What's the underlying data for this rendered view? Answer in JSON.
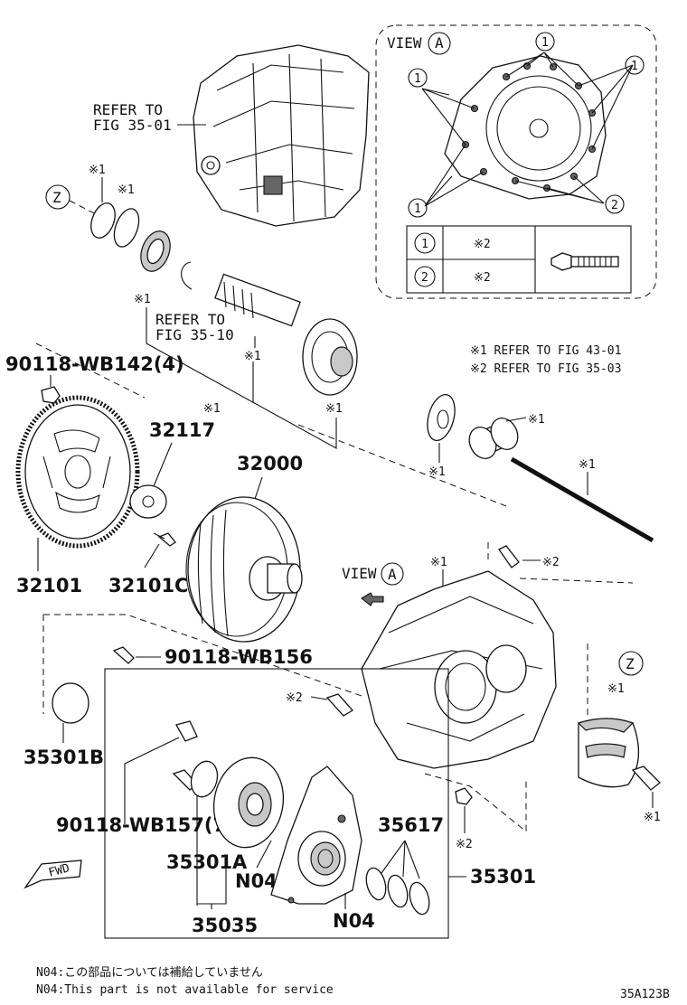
{
  "labels": {
    "refer_fig_35_01_line1": "REFER TO",
    "refer_fig_35_01_line2": "FIG 35-01",
    "refer_fig_35_10_line1": "REFER TO",
    "refer_fig_35_10_line2": "FIG 35-10",
    "view_word": "VIEW",
    "view_letter": "A",
    "view_a_bottom_word": "VIEW",
    "view_a_bottom_letter": "A",
    "z_top": "Z",
    "z_right": "Z",
    "ref1": "※1",
    "ref2": "※2",
    "circle_1": "1",
    "circle_2": "2",
    "note_1": "※1 REFER TO FIG 43-01",
    "note_2": "※2 REFER TO FIG 35-03",
    "table_row1_num": "1",
    "table_row1_ref": "※2",
    "table_row2_num": "2",
    "table_row2_ref": "※2",
    "fwd": "FWD"
  },
  "parts": {
    "p90118_wb142": "90118-WB142(4)",
    "p32117": "32117",
    "p32000": "32000",
    "p32101": "32101",
    "p32101c": "32101C",
    "p90118_wb156": "90118-WB156",
    "p35301b": "35301B",
    "p90118_wb157": "90118-WB157(7)",
    "p35301a": "35301A",
    "pN04_a": "N04",
    "pN04_b": "N04",
    "p35617": "35617",
    "p35301": "35301",
    "p35035": "35035"
  },
  "footer": {
    "note_jp": "N04:この部品については補給していません",
    "note_en": "N04:This part is not available for service",
    "code": "35A123B"
  }
}
